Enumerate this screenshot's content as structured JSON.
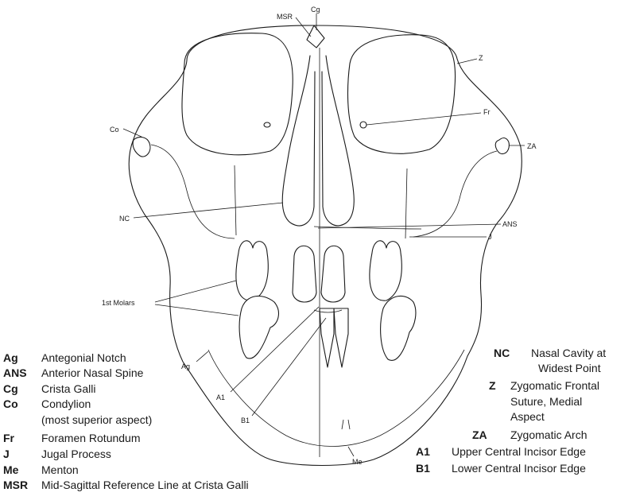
{
  "point_labels": {
    "msr": "MSR",
    "cg": "Cg",
    "z": "Z",
    "fr": "Fr",
    "co": "Co",
    "za": "ZA",
    "nc": "NC",
    "ans": "ANS",
    "j": "J",
    "molars": "1st Molars",
    "ag": "Ag",
    "a1": "A1",
    "b1": "B1",
    "me": "Me"
  },
  "legend_left": [
    {
      "abbr": "Ag",
      "lines": [
        "Antegonial Notch"
      ]
    },
    {
      "abbr": "ANS",
      "lines": [
        "Anterior Nasal Spine"
      ]
    },
    {
      "abbr": "Cg",
      "lines": [
        "Crista Galli"
      ]
    },
    {
      "abbr": "Co",
      "lines": [
        "Condylion",
        "(most superior aspect)"
      ]
    },
    {
      "abbr": "Fr",
      "lines": [
        "Foramen Rotundum"
      ]
    },
    {
      "abbr": "J",
      "lines": [
        "Jugal Process"
      ]
    },
    {
      "abbr": "Me",
      "lines": [
        "Menton"
      ]
    },
    {
      "abbr": "MSR",
      "lines": [
        "Mid-Sagittal Reference Line at Crista Galli"
      ]
    }
  ],
  "legend_right": [
    {
      "abbr": "NC",
      "lines": [
        "Nasal Cavity at",
        "Widest Point"
      ]
    },
    {
      "abbr": "Z",
      "lines": [
        "Zygomatic Frontal",
        "Suture, Medial",
        "Aspect"
      ]
    },
    {
      "abbr": "ZA",
      "lines": [
        "Zygomatic Arch"
      ]
    },
    {
      "abbr": "A1",
      "lines": [
        "Upper Central Incisor Edge"
      ]
    },
    {
      "abbr": "B1",
      "lines": [
        "Lower Central Incisor Edge"
      ]
    }
  ]
}
